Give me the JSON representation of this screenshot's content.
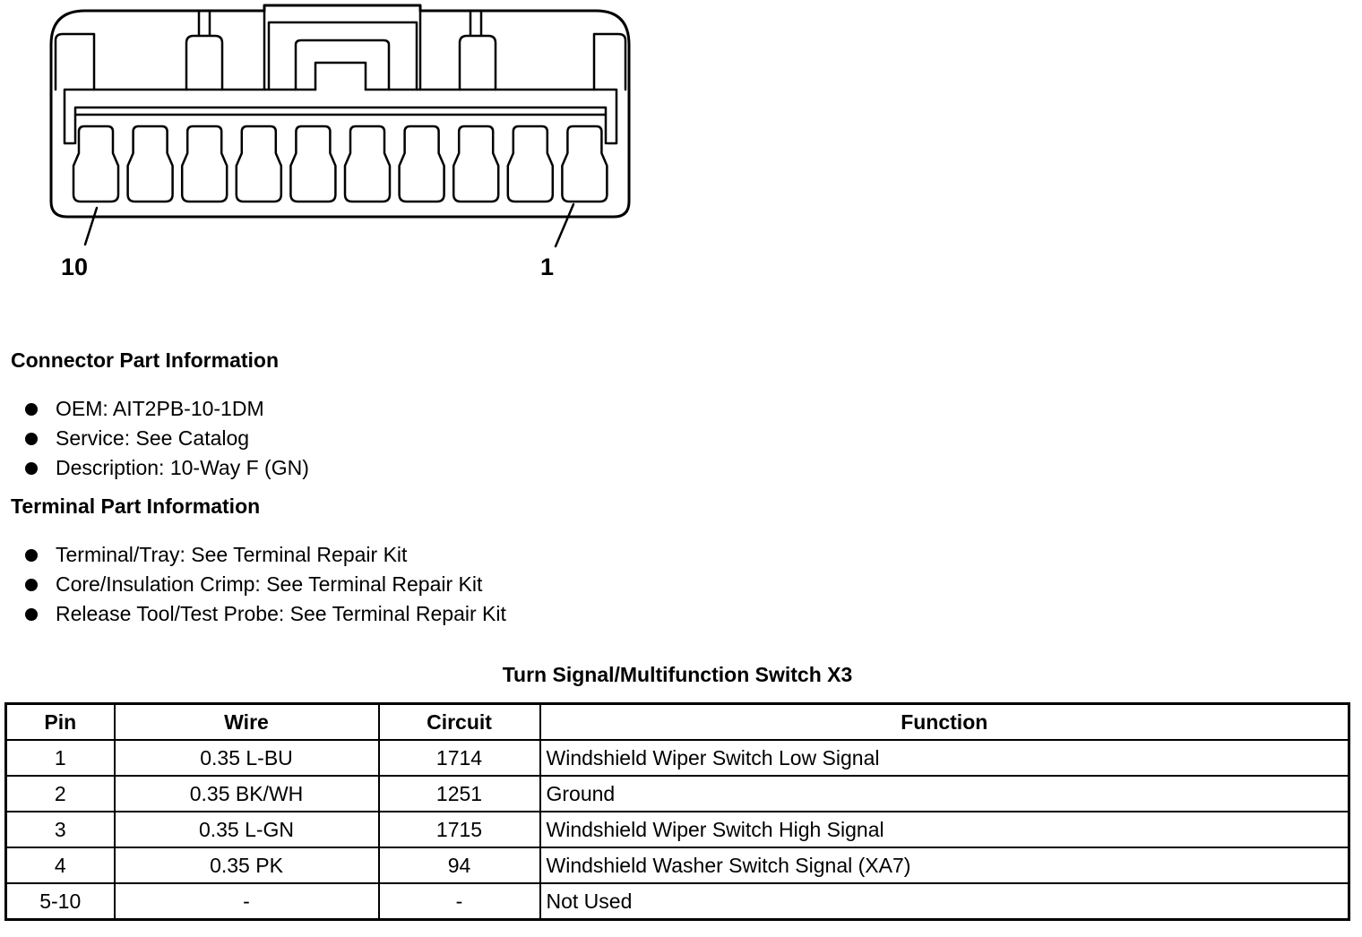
{
  "diagram": {
    "pin_label_left": "10",
    "pin_label_right": "1",
    "cavity_count": 10
  },
  "connector_info": {
    "heading": "Connector Part Information",
    "items": [
      "OEM: AIT2PB-10-1DM",
      "Service: See Catalog",
      "Description: 10-Way F (GN)"
    ]
  },
  "terminal_info": {
    "heading": "Terminal Part Information",
    "items": [
      "Terminal/Tray: See Terminal Repair Kit",
      "Core/Insulation Crimp: See Terminal Repair Kit",
      "Release Tool/Test Probe: See Terminal Repair Kit"
    ]
  },
  "table": {
    "title": "Turn Signal/Multifunction Switch X3",
    "headers": {
      "pin": "Pin",
      "wire": "Wire",
      "circuit": "Circuit",
      "function": "Function"
    },
    "rows": [
      {
        "pin": "1",
        "wire": "0.35 L-BU",
        "circuit": "1714",
        "function": "Windshield Wiper Switch Low Signal"
      },
      {
        "pin": "2",
        "wire": "0.35 BK/WH",
        "circuit": "1251",
        "function": "Ground"
      },
      {
        "pin": "3",
        "wire": "0.35 L-GN",
        "circuit": "1715",
        "function": "Windshield Wiper Switch High Signal"
      },
      {
        "pin": "4",
        "wire": "0.35 PK",
        "circuit": "94",
        "function": "Windshield Washer Switch Signal (XA7)"
      },
      {
        "pin": "5-10",
        "wire": "-",
        "circuit": "-",
        "function": "Not Used"
      }
    ]
  }
}
